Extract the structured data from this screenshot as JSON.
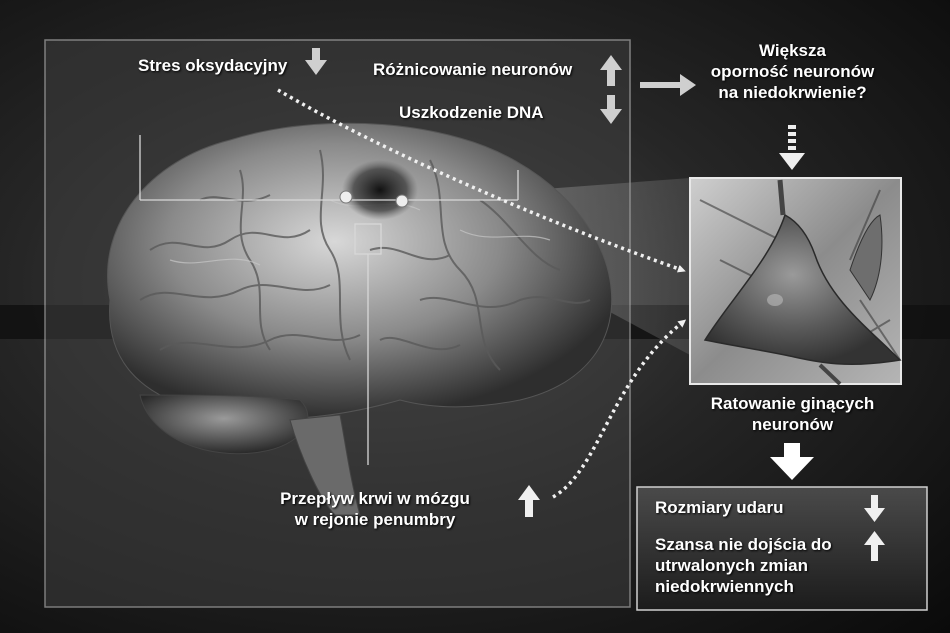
{
  "labels": {
    "oxidative_stress": "Stres oksydacyjny",
    "neuron_differentiation": "Różnicowanie neuronów",
    "dna_damage": "Uszkodzenie DNA",
    "resistance_line1": "Większa",
    "resistance_line2": "oporność neuronów",
    "resistance_line3": "na niedokrwienie?",
    "rescue_line1": "Ratowanie ginących",
    "rescue_line2": "neuronów",
    "blood_flow_line1": "Przepływ krwi w mózgu",
    "blood_flow_line2": "w rejonie penumbry",
    "stroke_size": "Rozmiary udaru",
    "chance_line1": "Szansa nie dojścia do",
    "chance_line2": "utrwalonych zmian",
    "chance_line3": "niedokrwiennych"
  },
  "indicators": {
    "oxidative_stress": "down-arrow-icon",
    "neuron_differentiation": "up-arrow-icon",
    "dna_damage": "down-arrow-icon",
    "blood_flow": "up-arrow-icon",
    "stroke_size": "down-arrow-icon",
    "chance": "up-arrow-icon"
  },
  "colors": {
    "background": "#000000",
    "panel": "#3a3a3a",
    "text": "#ffffff",
    "arrow": "#e8e8e8",
    "dotted": "#f0f0f0"
  }
}
